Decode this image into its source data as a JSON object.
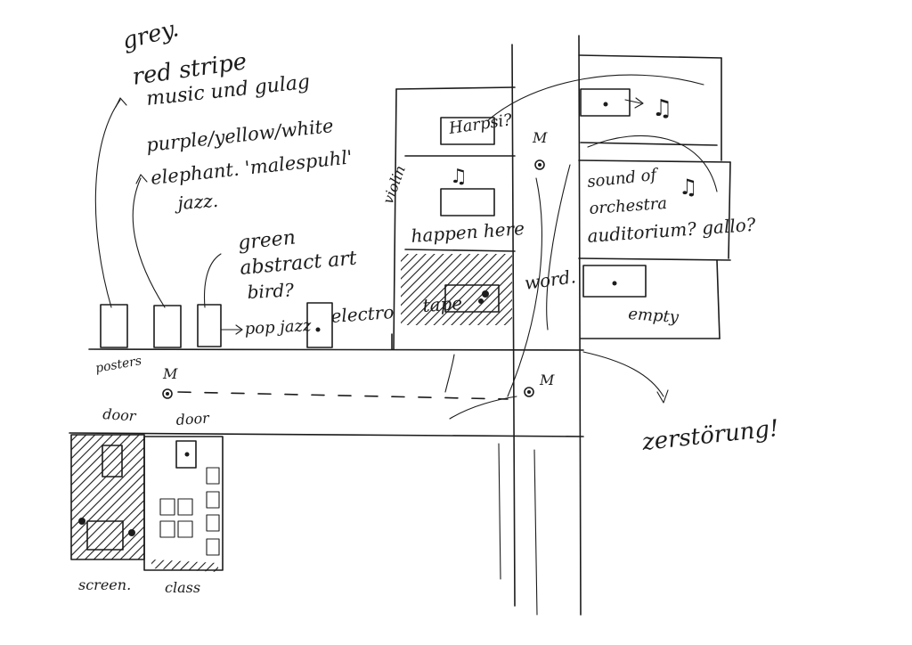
{
  "annotations": {
    "grey": "grey.",
    "red_stripe": "red stripe",
    "music_gulag": "music und gulag",
    "colors": "purple/yellow/white",
    "elephant": "elephant. 'malespuhl'",
    "jazz": "jazz.",
    "green": "green",
    "abstract_art": "abstract art",
    "bird": "bird?",
    "pop_jazz": "pop jazz",
    "electro": "electro",
    "tape": "tape",
    "posters": "posters",
    "door_left": "door",
    "door_mid": "door",
    "m_left": "M",
    "m_mid": "M",
    "m_top": "M",
    "violin": "violin",
    "harpsi": "Harpsi?",
    "happen": "happen here",
    "word": "word.",
    "sound_of": "sound of",
    "orchestra": "orchestra",
    "auditorium": "auditorium? gallo?",
    "empty": "empty",
    "zerstoerung": "zerstörung!",
    "screen": "screen.",
    "class": "class"
  },
  "colors": {
    "ink": "#1c1c1c",
    "paper": "#ffffff"
  }
}
